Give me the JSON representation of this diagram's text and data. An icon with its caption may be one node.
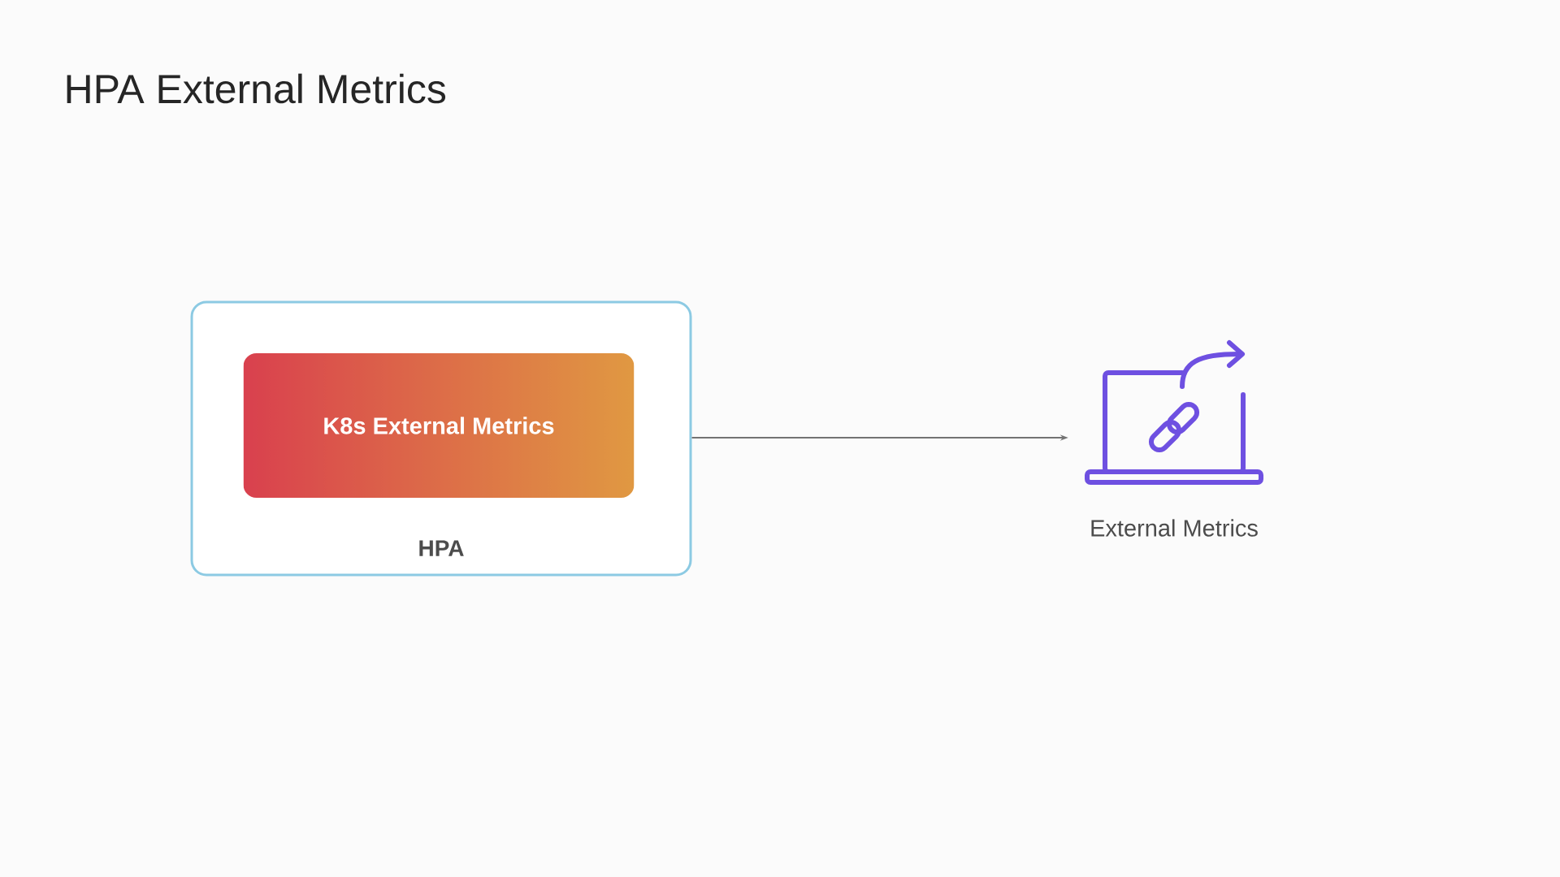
{
  "diagram": {
    "title": "HPA External Metrics",
    "nodes": [
      {
        "text": [
          "HPA"
        ]
      },
      {
        "text": [
          "K8s External Metrics"
        ],
        "in": 0
      },
      {
        "text": [],
        "shape": "picture",
        "beside": [
          "External Metrics"
        ]
      }
    ],
    "edges": [
      {
        "from": 0,
        "to": 2,
        "arrow": "to"
      }
    ]
  }
}
